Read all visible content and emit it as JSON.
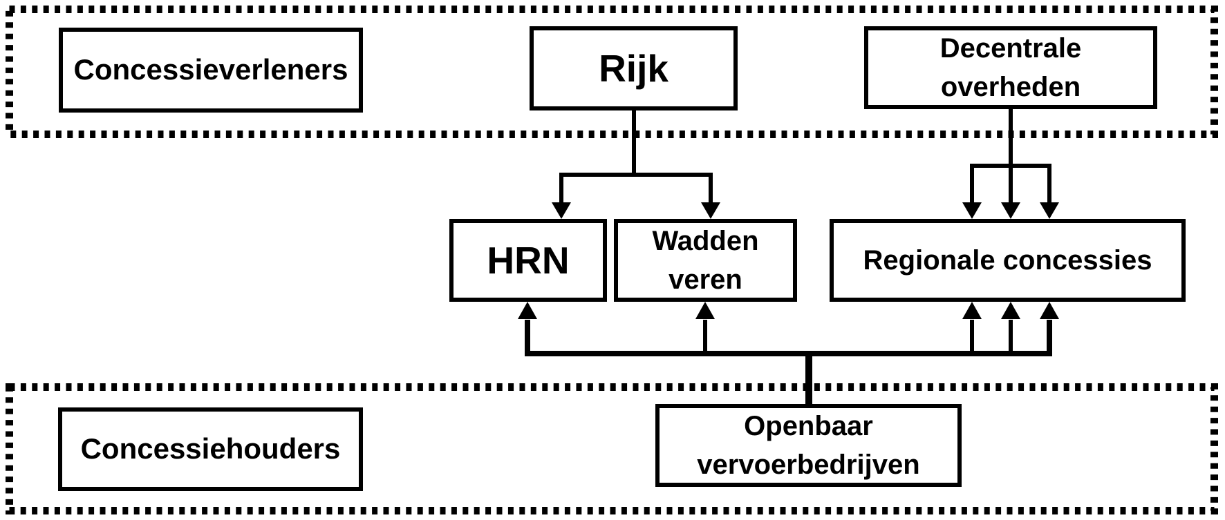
{
  "diagram": {
    "type": "flowchart",
    "language": "nl",
    "colors": {
      "line": "#000000",
      "box_border": "#000000",
      "box_background": "#ffffff",
      "page_background": "#ffffff"
    },
    "regions": {
      "concessieverleners": {
        "label": "Concessieverleners"
      },
      "concessiehouders": {
        "label": "Concessiehouders"
      }
    },
    "nodes": {
      "rijk": {
        "label": "Rijk"
      },
      "decentrale_overheden": {
        "line1": "Decentrale",
        "line2": "overheden"
      },
      "hrn": {
        "label": "HRN"
      },
      "wadden_veren": {
        "line1": "Wadden",
        "line2": "veren"
      },
      "regionale_concessies": {
        "label": "Regionale concessies"
      },
      "openbaar_vervoerbedrijven": {
        "line1": "Openbaar",
        "line2": "vervoerbedrijven"
      }
    },
    "connections": [
      {
        "from": "Rijk",
        "to": "HRN",
        "arrows": 1,
        "direction": "down"
      },
      {
        "from": "Rijk",
        "to": "Wadden veren",
        "arrows": 1,
        "direction": "down"
      },
      {
        "from": "Decentrale overheden",
        "to": "Regionale concessies",
        "arrows": 3,
        "direction": "down"
      },
      {
        "from": "Openbaar vervoerbedrijven",
        "to": "HRN",
        "arrows": 1,
        "direction": "up"
      },
      {
        "from": "Openbaar vervoerbedrijven",
        "to": "Wadden veren",
        "arrows": 1,
        "direction": "up"
      },
      {
        "from": "Openbaar vervoerbedrijven",
        "to": "Regionale concessies",
        "arrows": 3,
        "direction": "up"
      }
    ]
  }
}
